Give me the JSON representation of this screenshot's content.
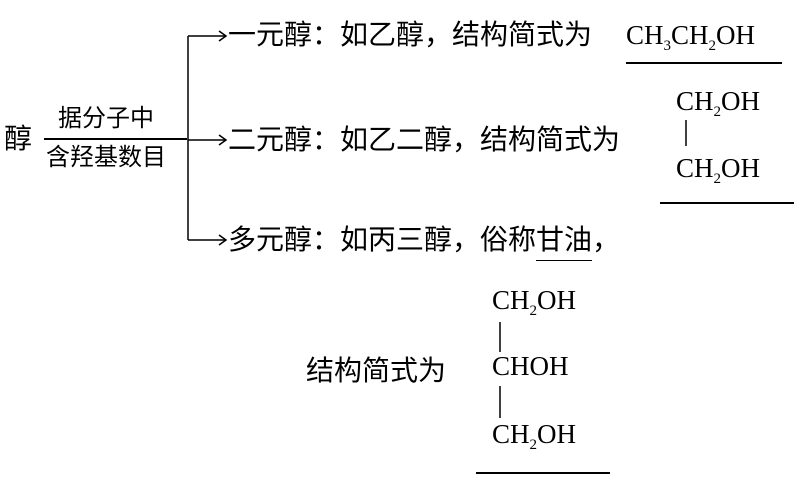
{
  "root": {
    "label": "醇",
    "criterion_top": "据分子中",
    "criterion_bottom": "含羟基数目"
  },
  "branches": [
    {
      "name": "一元醇",
      "text": "：如乙醇，结构简式为",
      "formula": [
        "CH",
        "3",
        "CH",
        "2",
        "OH"
      ]
    },
    {
      "name": "二元醇",
      "text": "：如乙二醇，结构简式为",
      "formula_top": [
        "CH",
        "2",
        "OH"
      ],
      "formula_bottom": [
        "CH",
        "2",
        "OH"
      ]
    },
    {
      "name": "多元醇",
      "text": "：如丙三醇，俗称",
      "common_name": "甘油",
      "trailing": "，"
    }
  ],
  "glycerol": {
    "label": "结构简式为",
    "row1": [
      "CH",
      "2",
      "OH"
    ],
    "row2": "CHOH",
    "row3": [
      "CH",
      "2",
      "OH"
    ]
  }
}
